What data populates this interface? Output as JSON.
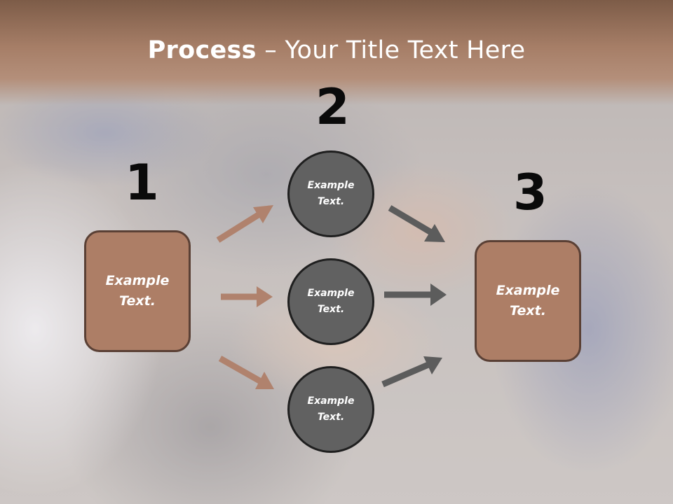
{
  "slide": {
    "title_bold": "Process",
    "title_rest": " – Your Title Text Here"
  },
  "steps": {
    "n1": "1",
    "n2": "2",
    "n3": "3"
  },
  "boxes": {
    "left": "Example Text.",
    "right": "Example Text."
  },
  "circles": {
    "top": "Example Text.",
    "middle": "Example Text.",
    "bottom": "Example Text."
  },
  "colors": {
    "title_band": "#a67e67",
    "box_fill": "#ad7e66",
    "box_border": "#5a4035",
    "circle_fill": "#616161",
    "circle_border": "#1f1f1f",
    "arrow_brown": "#b0826d",
    "arrow_gray": "#5c5c5c"
  }
}
